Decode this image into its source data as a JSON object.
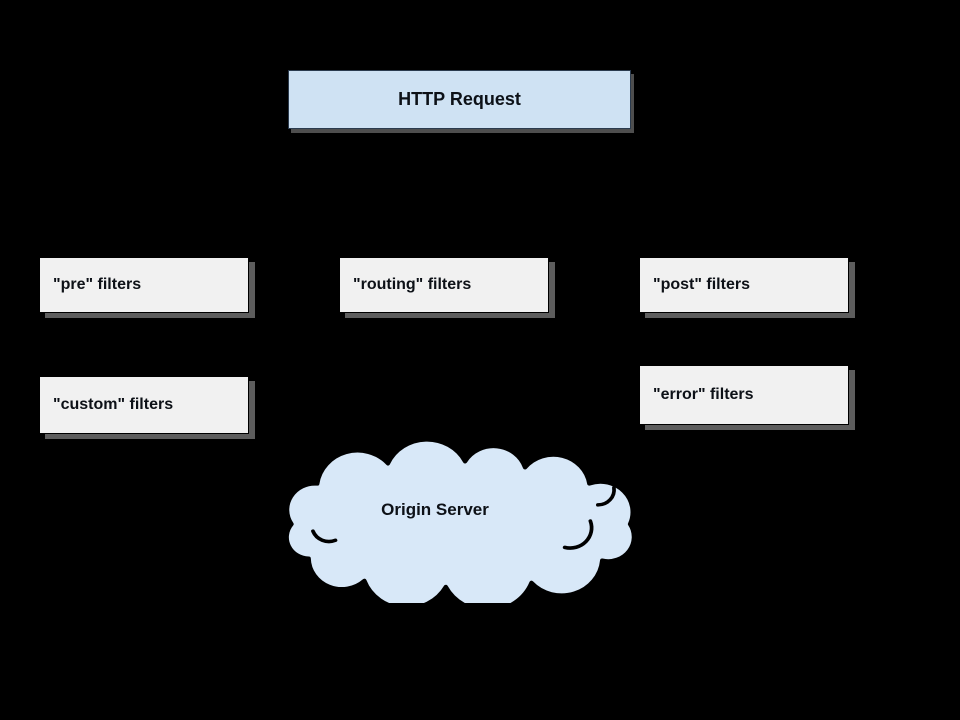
{
  "page": {
    "background": "#000000"
  },
  "diagram": {
    "request_box": {
      "label": "HTTP Request"
    },
    "filter_boxes": [
      {
        "id": "pre",
        "label": "\"pre\" filters"
      },
      {
        "id": "routing",
        "label": "\"routing\" filters"
      },
      {
        "id": "post",
        "label": "\"post\" filters"
      },
      {
        "id": "error",
        "label": "\"error\" filters"
      },
      {
        "id": "custom",
        "label": "\"custom\" filters"
      }
    ],
    "origin_cloud": {
      "label": "Origin Server"
    },
    "colors": {
      "page_bg": "#000000",
      "request_box_fill": "#cfe2f3",
      "request_shadow": "#4e4e4e",
      "filter_box_fill": "#f1f1f1",
      "box_shadow": "#5d5d5d",
      "cloud_fill": "#d8e8f8",
      "outline": "#000000",
      "text": "#0d1117"
    }
  }
}
